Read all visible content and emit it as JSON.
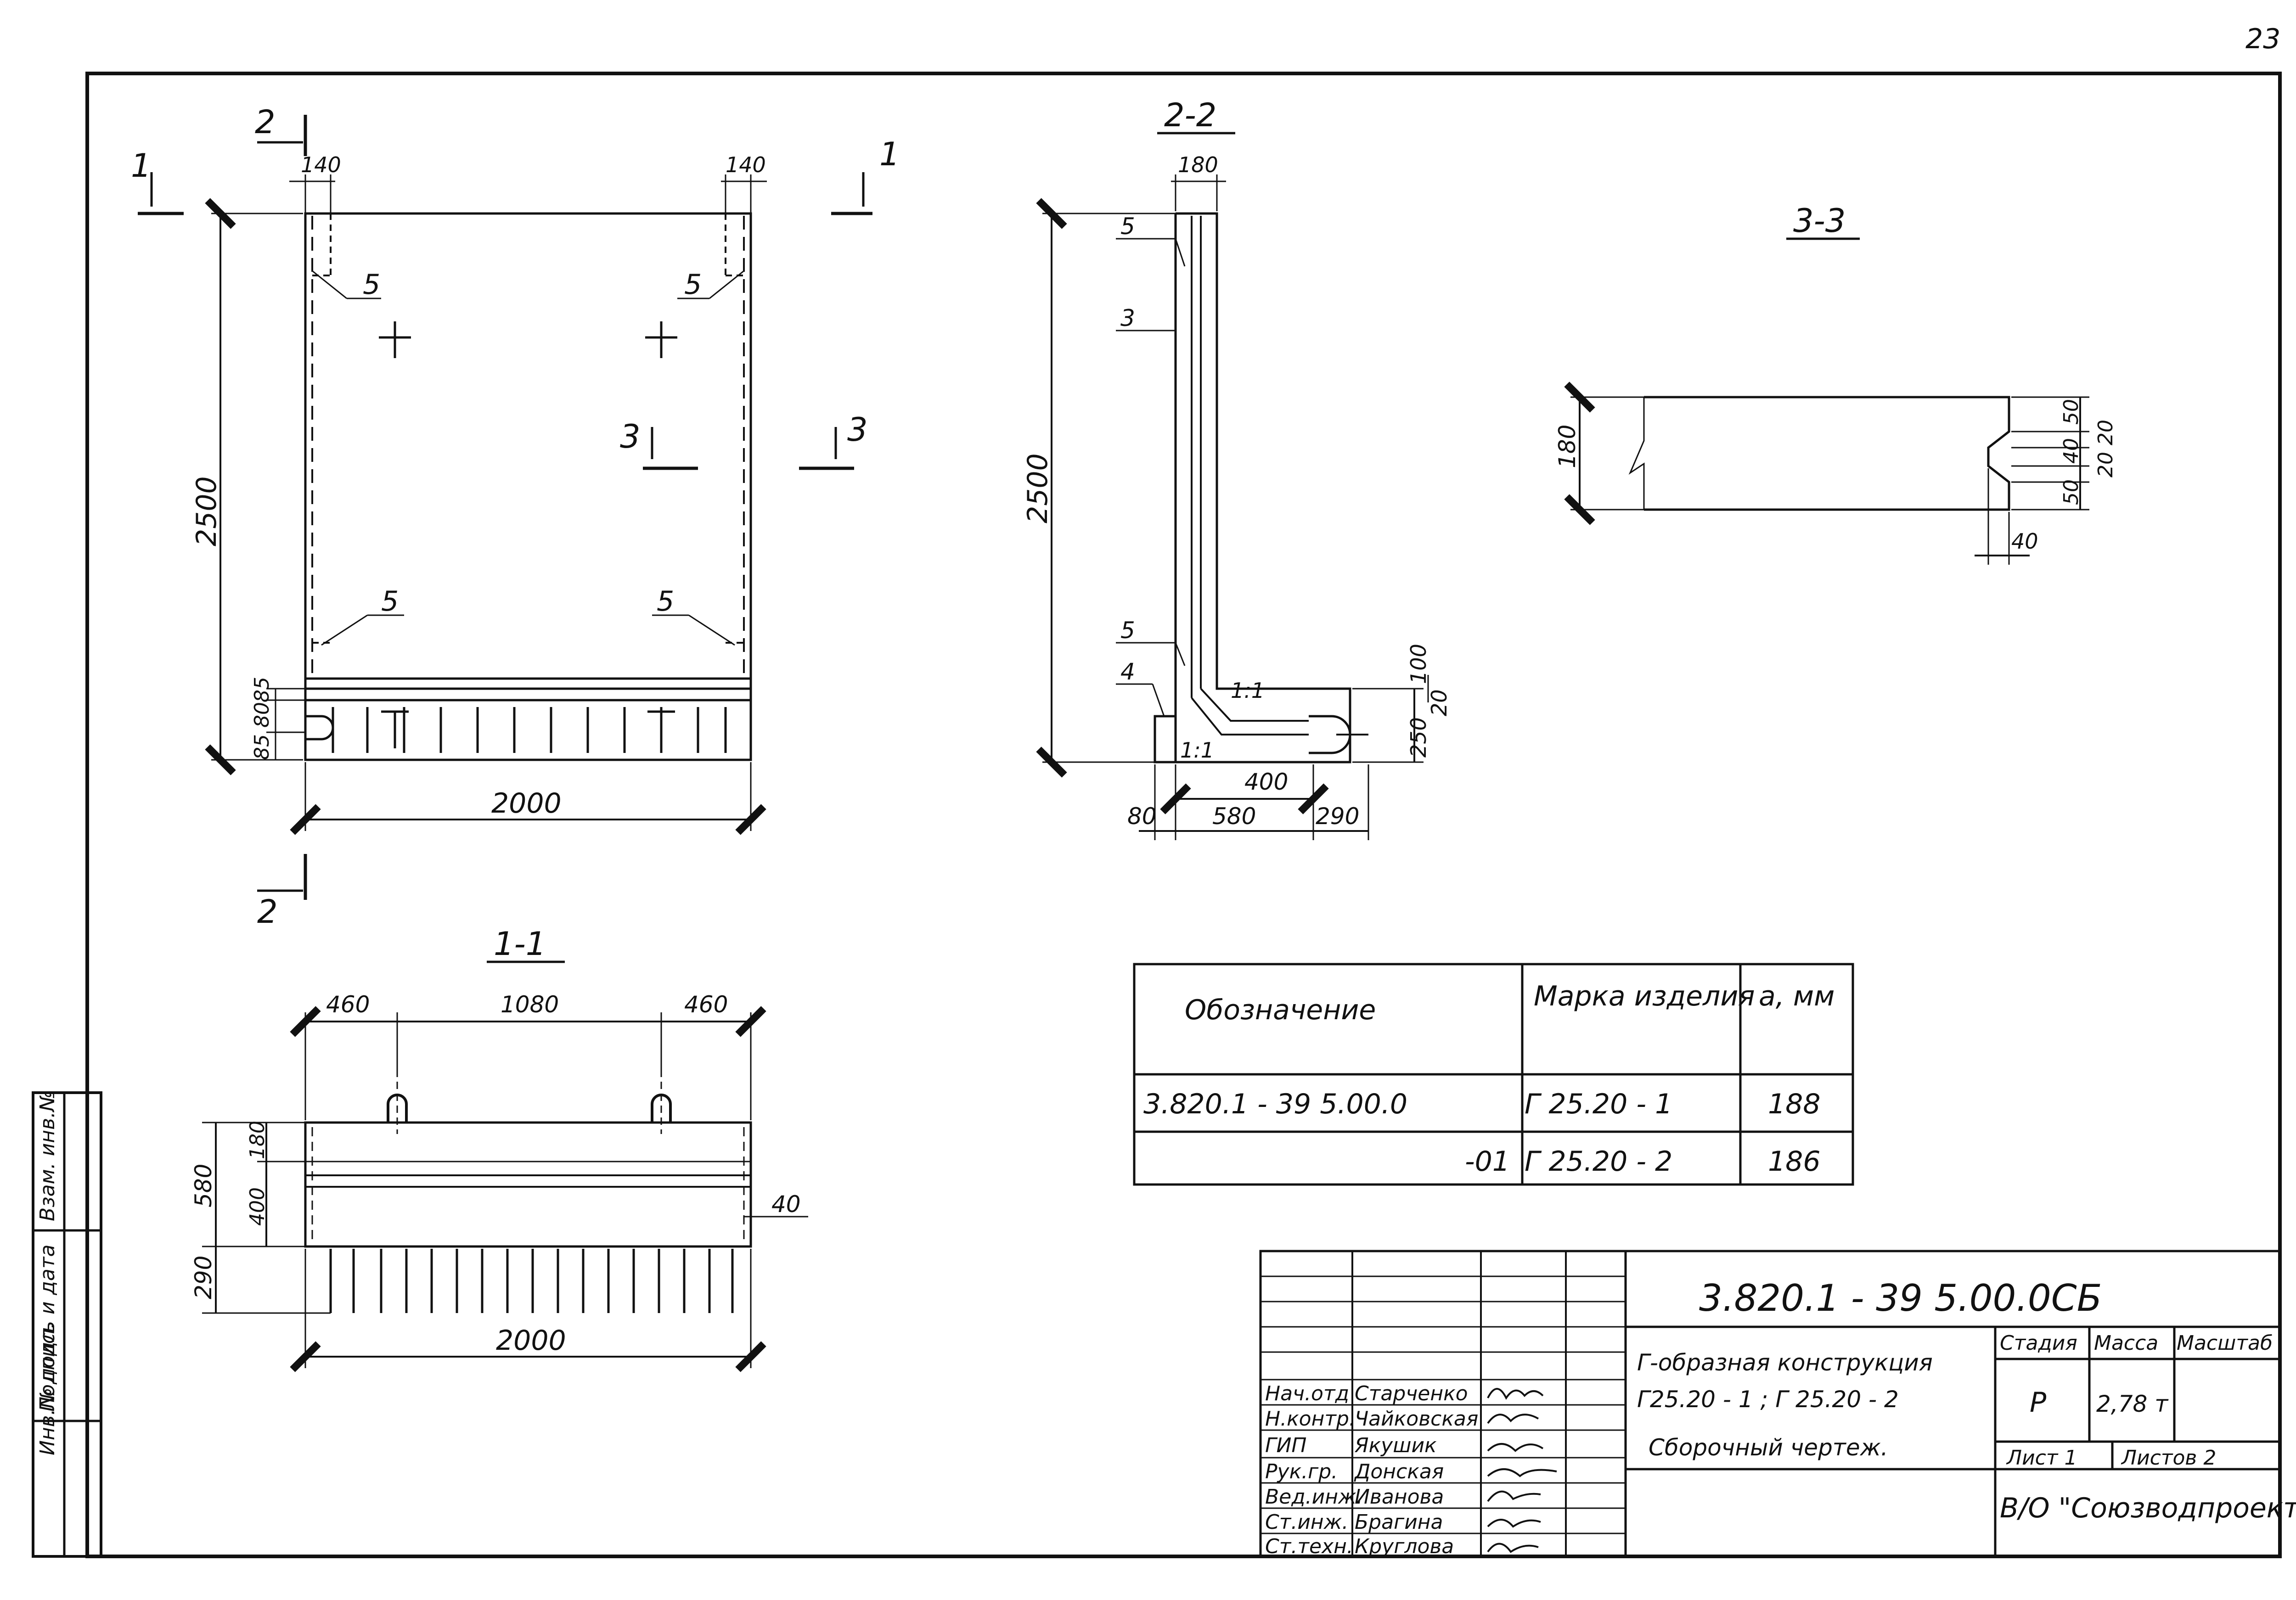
{
  "page_number": "23",
  "views": {
    "plan": {
      "marker_1": "1",
      "marker_2": "2",
      "marker_3": "3",
      "dim_140_left": "140",
      "dim_140_right": "140",
      "dim_2500": "2500",
      "dim_2000": "2000",
      "dim_85a": "85",
      "dim_80": "80",
      "dim_85b": "85",
      "item_5": "5"
    },
    "section_2_2": {
      "title": "2-2",
      "dim_180": "180",
      "dim_2500": "2500",
      "dim_400": "400",
      "dim_80": "80",
      "dim_580": "580",
      "dim_290": "290",
      "dim_100": "100",
      "dim_20": "20",
      "dim_250": "250",
      "slope": "1:1",
      "item_5": "5",
      "item_3": "3",
      "item_4": "4"
    },
    "section_3_3": {
      "title": "3-3",
      "dim_180": "180",
      "dim_50a": "50",
      "dim_40a": "40",
      "dim_50b": "50",
      "dim_20a": "20",
      "dim_20b": "20",
      "dim_40b": "40"
    },
    "section_1_1": {
      "title": "1-1",
      "dim_460a": "460",
      "dim_1080": "1080",
      "dim_460b": "460",
      "dim_180": "180",
      "dim_580": "580",
      "dim_400": "400",
      "dim_290": "290",
      "dim_40": "40",
      "dim_2000": "2000"
    }
  },
  "spec_table": {
    "headers": [
      "Обозначение",
      "Марка изделия",
      "a, мм"
    ],
    "rows": [
      [
        "3.820.1 - 39    5.00.0",
        "Г 25.20 - 1",
        "188"
      ],
      [
        "-01",
        "Г 25.20 - 2",
        "186"
      ]
    ]
  },
  "side_stamp": {
    "cells": [
      "Взам. инв.№",
      "Подпись и дата",
      "Инв.№ подл."
    ]
  },
  "title_block": {
    "doc_code": "3.820.1 - 39   5.00.0СБ",
    "title_line1": "Г-образная конструкция",
    "title_line2": "Г25.20 - 1 ;  Г 25.20 - 2",
    "title_line3": "Сборочный чертеж.",
    "stage_label": "Стадия",
    "mass_label": "Масса",
    "scale_label": "Масштаб",
    "stage_value": "Р",
    "mass_value": "2,78 т",
    "sheet_label": "Лист 1",
    "sheets_label": "Листов 2",
    "organization": "В/О \"Союзводпроект\"",
    "people": [
      {
        "role": "Нач.отд",
        "name": "Старченко"
      },
      {
        "role": "Н.контр.",
        "name": "Чайковская"
      },
      {
        "role": "ГИП",
        "name": "Якушик"
      },
      {
        "role": "Рук.гр.",
        "name": "Донская"
      },
      {
        "role": "Вед.инж.",
        "name": "Иванова"
      },
      {
        "role": "Ст.инж.",
        "name": "Брагина"
      },
      {
        "role": "Ст.техн.",
        "name": "Круглова"
      }
    ]
  }
}
